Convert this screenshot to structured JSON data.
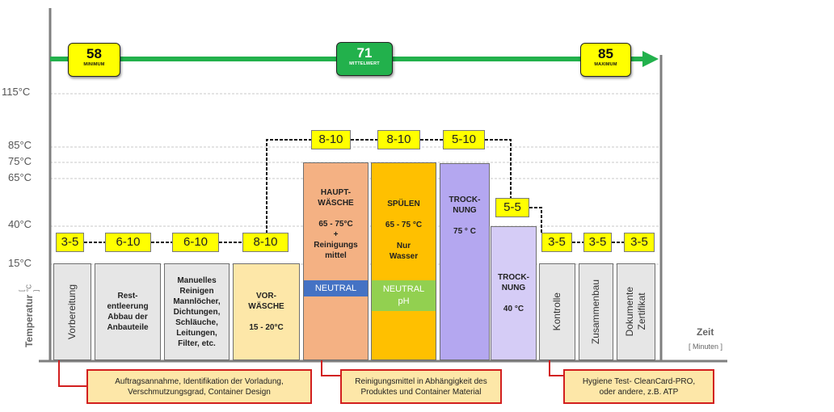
{
  "y_axis": {
    "title": "Temperatur",
    "unit": "[ °C ]",
    "ticks": [
      "115°C",
      "85°C",
      "75°C",
      "65°C",
      "40°C",
      "15°C"
    ]
  },
  "x_axis": {
    "title": "Zeit",
    "unit": "[ Minuten ]"
  },
  "time_tags": [
    {
      "value": "58",
      "label": "MINIMUM",
      "color": "#ffff00"
    },
    {
      "value": "71",
      "label": "MITTELWERT",
      "color": "#22b14c"
    },
    {
      "value": "85",
      "label": "MAXIMUM",
      "color": "#ffff00"
    }
  ],
  "steps": [
    {
      "label": "Vorbereitung",
      "duration": "3-5",
      "color": "#e6e6e6"
    },
    {
      "label": "Rest-\nentleerung\nAbbau der\nAnbauteile",
      "duration": "6-10",
      "color": "#e6e6e6"
    },
    {
      "label": "Manuelles\nReinigen\nMannlöcher,\nDichtungen,\nSchläuche,\nLeitungen,\nFilter, etc.",
      "duration": "6-10",
      "color": "#e6e6e6"
    },
    {
      "label": "VOR-\nWÄSCHE\n\n15 - 20°C",
      "duration": "8-10",
      "color": "#fde7a8"
    },
    {
      "label": "HAUPT-\nWÄSCHE\n\n65 - 75°C\n+\nReinigungs\nmittel",
      "band": "NEUTRAL",
      "band_color": "#4472c4",
      "duration": "8-10",
      "color": "#f4b183"
    },
    {
      "label": "SPÜLEN\n\n65 - 75 °C\n\nNur\nWasser",
      "band": "NEUTRAL\npH",
      "band_color": "#92d050",
      "duration": "8-10",
      "color": "#ffc000"
    },
    {
      "label": "TROCK-\nNUNG\n\n75 ° C",
      "duration": "5-10",
      "color": "#b4a7f0"
    },
    {
      "label": "TROCK-\nNUNG\n\n40 °C",
      "duration": "5-5",
      "color": "#d5ccf6"
    },
    {
      "label": "Kontrolle",
      "duration": "3-5",
      "color": "#e6e6e6"
    },
    {
      "label": "Zusammenbau",
      "duration": "3-5",
      "color": "#e6e6e6"
    },
    {
      "label": "Dokumente\nZertifikat",
      "duration": "3-5",
      "color": "#e6e6e6"
    }
  ],
  "notes": [
    "Auftragsannahme, Identifikation der Vorladung,\nVerschmutzungsgrad, Container Design",
    "Reinigungsmittel in Abhängigkeit des\nProduktes und Container Material",
    "Hygiene Test- CleanCard-PRO,\noder andere, z.B. ATP"
  ],
  "colors": {
    "arrow": "#22b14c",
    "badge": "#ffff00",
    "note_border": "#d21f1f",
    "note_fill": "#fde7a8"
  }
}
